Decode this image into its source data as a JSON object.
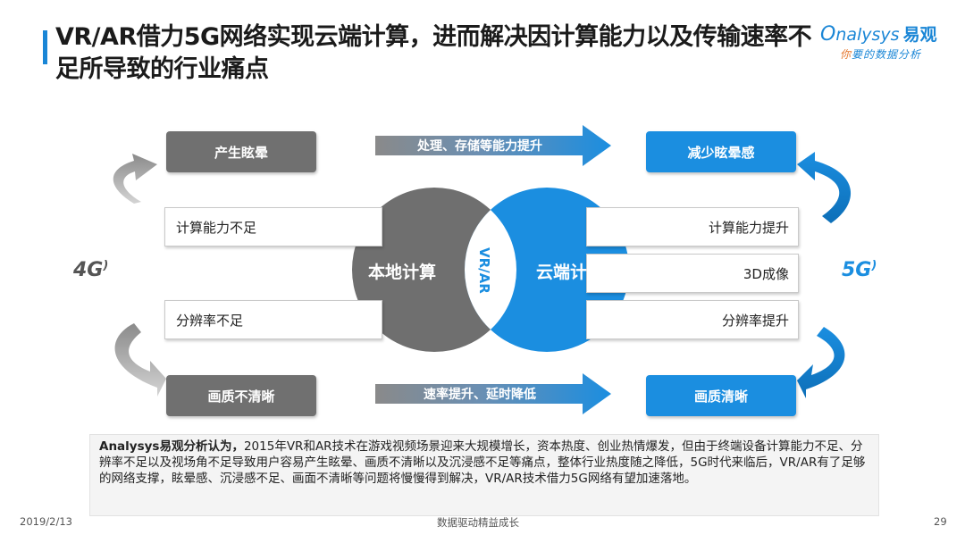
{
  "title": "VR/AR借力5G网络实现云端计算，进而解决因计算能力以及传输速率不足所导致的行业痛点",
  "logo": {
    "brand_o": "O",
    "brand_rest": "nalysys",
    "brand_cn": "易观",
    "tagline_first": "你",
    "tagline_rest": "要的数据分析"
  },
  "diagram": {
    "top_left_pill": "产生眩晕",
    "top_right_pill": "减少眩晕感",
    "bottom_left_pill": "画质不清晰",
    "bottom_right_pill": "画质清晰",
    "top_arrow": "处理、存储等能力提升",
    "bottom_arrow": "速率提升、延时降低",
    "left_boxes": [
      "计算能力不足",
      "分辨率不足"
    ],
    "right_boxes": [
      "计算能力提升",
      "3D成像",
      "分辨率提升"
    ],
    "local_circle": "本地计算",
    "cloud_circle": "云端计算",
    "overlap_label": "VR/AR",
    "g4_label": "4G",
    "g5_label": "5G"
  },
  "summary": {
    "lead": "Analysys易观分析认为，",
    "body": "2015年VR和AR技术在游戏视频场景迎来大规模增长，资本热度、创业热情爆发，但由于终端设备计算能力不足、分辨率不足以及视场角不足导致用户容易产生眩晕、画质不清晰以及沉浸感不足等痛点，整体行业热度随之降低，5G时代来临后，VR/AR有了足够的网络支撑，眩晕感、沉浸感不足、画面不清晰等问题将慢慢得到解决，VR/AR技术借力5G网络有望加速落地。"
  },
  "footer": {
    "date": "2019/2/13",
    "center": "数据驱动精益成长",
    "page": "29"
  },
  "colors": {
    "accent_blue": "#1b8ee0",
    "gray": "#707070",
    "orange": "#e5742a"
  }
}
